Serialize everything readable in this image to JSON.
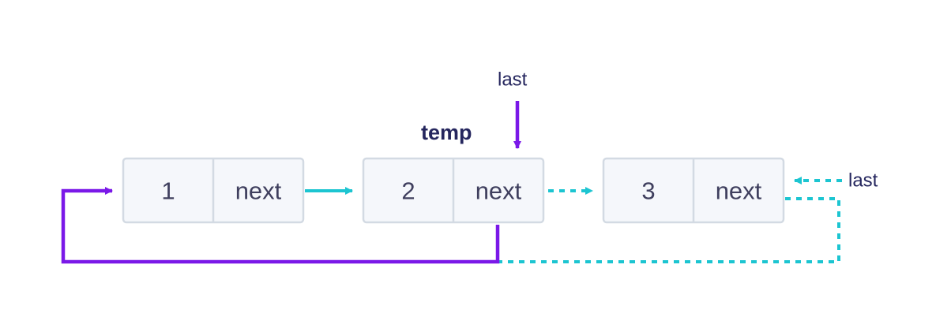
{
  "colors": {
    "node_fill": "#f5f7fb",
    "node_border": "#d3dae3",
    "node_text": "#3f3f5e",
    "label_text": "#25265e",
    "cyan_link": "#1cc5d1",
    "purple_link": "#7a18e8"
  },
  "nodes": [
    {
      "value": "1",
      "pointer": "next"
    },
    {
      "value": "2",
      "pointer": "next"
    },
    {
      "value": "3",
      "pointer": "next"
    }
  ],
  "labels": {
    "temp": "temp",
    "last_top": "last",
    "last_right": "last"
  }
}
